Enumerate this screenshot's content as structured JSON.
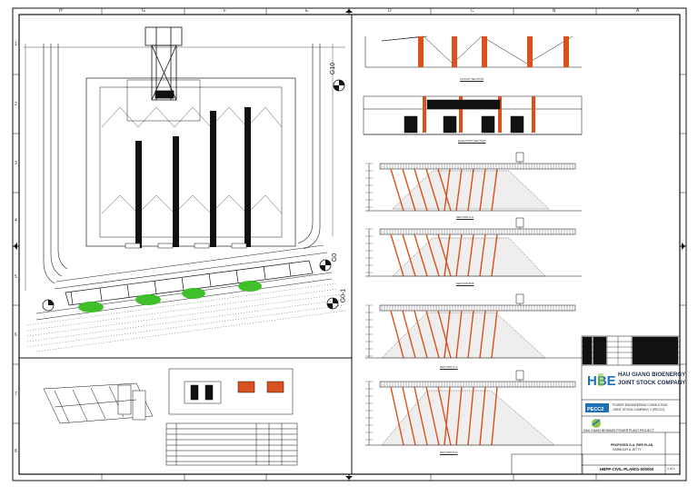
{
  "title_block": {
    "company": [
      "HAU GIANG BIOENERGY",
      "JOINT STOCK COMPANY"
    ],
    "logo": "HBE",
    "consultant": [
      "POWER ENGINEERING CONSULTING",
      "JOINT STOCK COMPANY 2 (PECC2)"
    ],
    "consultant_logo": "PECC2",
    "project": "HAU GIANG BIOMASS POWER PLANT PROJECT",
    "drawing_title": [
      "PROPOSED G.A. PIER PLAN",
      "HARBOUR & JETTY"
    ],
    "doc_no": "HBPP-CIVIL-PLAN01-000000",
    "sheet": "1 of 1"
  },
  "grid_letters_top": [
    "H",
    "G",
    "F",
    "E",
    "D",
    "C",
    "B",
    "A"
  ],
  "grid_numbers": [
    "1",
    "2",
    "3",
    "4",
    "5",
    "6",
    "7",
    "8"
  ],
  "plan_labels": {
    "g10": "G10",
    "g0": "G0",
    "g0_1": "G0-1"
  },
  "section_labels": [
    "LAYOUT SECTION",
    "ELEVATION SECTION",
    "SECTION A-A",
    "SECTION B-B",
    "SECTION C-C",
    "SECTION D-D"
  ],
  "colors": {
    "line": "#111111",
    "pile": "#d9521d",
    "tree": "#3fbf2a",
    "logo_blue": "#1f6fb5",
    "logo_green": "#8dc63f"
  }
}
